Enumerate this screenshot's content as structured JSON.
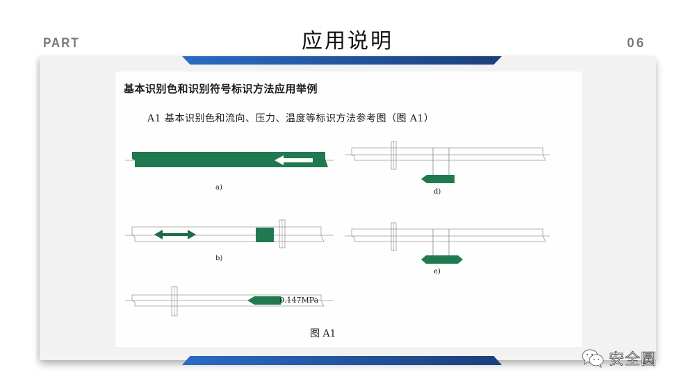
{
  "header": {
    "part_label": "PART",
    "title": "应用说明",
    "page_number": "06"
  },
  "colors": {
    "accent_bar_start": "#2a6bc4",
    "accent_bar_end": "#1c3f7a",
    "pipe_green": "#1f7a4f",
    "part_text": "#7a7a7a"
  },
  "document": {
    "heading": "基本识别色和识别符号标识方法应用举例",
    "subheading": "A1 基本识别色和流向、压力、温度等标识方法参考图（图 A1）",
    "figures": [
      {
        "id": "a",
        "caption": "a)",
        "description": "pipe fully painted green with white flow arrow pointing left"
      },
      {
        "id": "b",
        "caption": "b)",
        "description": "pipe with double-headed green flow arrow and green color band near flange"
      },
      {
        "id": "c",
        "caption": "",
        "description": "pipe with flange and green pressure label",
        "label": "0.147MPa"
      },
      {
        "id": "d",
        "caption": "d)",
        "description": "pipe with branch and green pointed label tag pointing left"
      },
      {
        "id": "e",
        "caption": "e)",
        "description": "pipe with branch and green double-pointed label tag"
      }
    ],
    "figure_caption": "图 A1"
  },
  "watermark": {
    "icon": "wechat-icon",
    "text": "安全圆"
  }
}
